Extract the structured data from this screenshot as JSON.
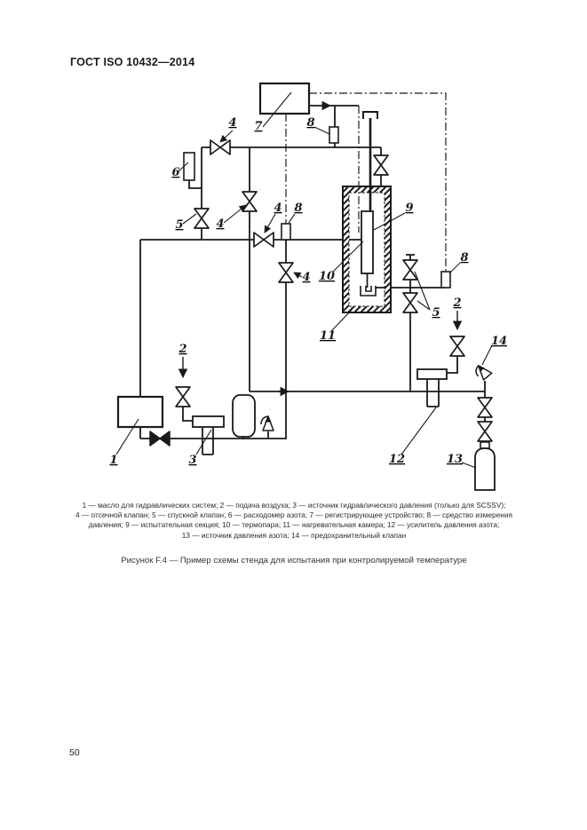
{
  "page": {
    "header": "ГОСТ ISO 10432—2014",
    "number": "50"
  },
  "colors": {
    "ink": "#1a1a1a",
    "paper": "#ffffff"
  },
  "figure": {
    "caption": "Рисунок F.4 — Пример схемы стенда для испытания при контролируемой температуре"
  },
  "legend": {
    "lines": [
      "1 — масло для гидравлических систем; 2 — подача воздуха; 3 — источник гидравлического давления (только для SCSSV);",
      "4 — отсечной клапан; 5 — спускной клапан; 6 — расходомер азота; 7 — регистрирующее устройство; 8 — средство измерения",
      "давления; 9 — испытательная секция; 10 — термопара; 11 — нагревательная камера; 12 — усилитель давления азота;",
      "13 — источник давления азота; 14 — предохранительный клапан"
    ]
  },
  "diagram": {
    "labels": [
      {
        "text": "4"
      },
      {
        "text": "7"
      },
      {
        "text": "8"
      },
      {
        "text": "6"
      },
      {
        "text": "5"
      },
      {
        "text": "4"
      },
      {
        "text": "4"
      },
      {
        "text": "8"
      },
      {
        "text": "4"
      },
      {
        "text": "9"
      },
      {
        "text": "10"
      },
      {
        "text": "11"
      },
      {
        "text": "8"
      },
      {
        "text": "5"
      },
      {
        "text": "2"
      },
      {
        "text": "14"
      },
      {
        "text": "2"
      },
      {
        "text": "1"
      },
      {
        "text": "3"
      },
      {
        "text": "12"
      },
      {
        "text": "13"
      }
    ]
  }
}
